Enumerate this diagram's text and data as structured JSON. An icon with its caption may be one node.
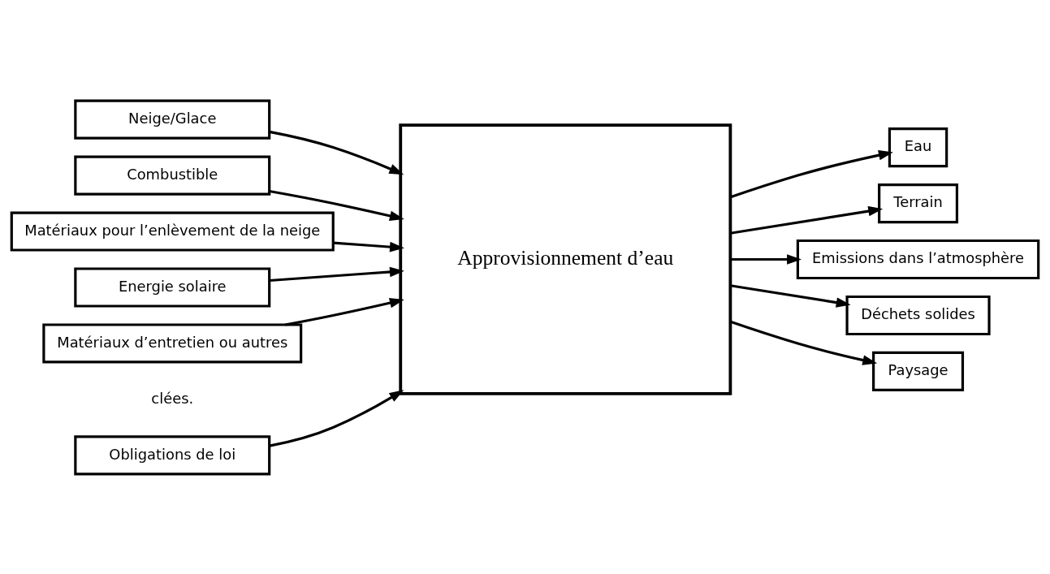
{
  "diagram": {
    "nodes": [
      {
        "text": [
          "Obligations de loi"
        ]
      },
      {
        "text": [
          "Neige/Glace"
        ]
      },
      {
        "text": [
          "Combustible"
        ]
      },
      {
        "text": [
          "Matériaux pour l’enlèvement de la neige"
        ]
      },
      {
        "text": [
          "Energie solaire"
        ]
      },
      {
        "text": [
          "Matériaux d’entretien ou autres"
        ]
      },
      {
        "text": [
          "Approvisionnement d’eau"
        ]
      },
      {
        "text": [
          "Eau"
        ]
      },
      {
        "text": [
          "Terrain"
        ]
      },
      {
        "text": [
          "Emissions dans l’atmosphère"
        ]
      },
      {
        "text": [
          "Déchets solides"
        ]
      },
      {
        "text": [
          "Paysage"
        ]
      }
    ],
    "edges": [
      {
        "from": 0,
        "to": 6,
        "arrow": "to"
      },
      {
        "from": 1,
        "to": 6,
        "arrow": "to"
      },
      {
        "from": 2,
        "to": 6,
        "arrow": "to"
      },
      {
        "from": 3,
        "to": 6,
        "arrow": "to"
      },
      {
        "from": 4,
        "to": 6,
        "arrow": "to"
      },
      {
        "from": 5,
        "to": 6,
        "arrow": "to"
      },
      {
        "from": 6,
        "to": 7,
        "arrow": "to"
      },
      {
        "from": 6,
        "to": 8,
        "arrow": "to"
      },
      {
        "from": 6,
        "to": 9,
        "arrow": "to"
      },
      {
        "from": 6,
        "to": 10,
        "arrow": "to"
      },
      {
        "from": 6,
        "to": 11,
        "arrow": "to"
      }
    ],
    "labels": [
      "clées."
    ]
  }
}
